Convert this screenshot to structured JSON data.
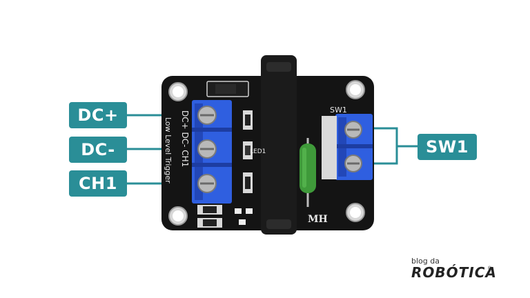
{
  "labels": {
    "dc_plus": "DC+",
    "dc_minus": "DC-",
    "ch1": "CH1",
    "sw1": "SW1"
  },
  "board": {
    "silk_top": "DC+  DC-  CH1",
    "silk_side": "Low Level Trigger",
    "sw1": "SW1",
    "led": "LED1",
    "mh": "MH"
  },
  "watermark": {
    "top": "blog da",
    "bottom": "ROBÓTICA",
    "mark": "®"
  },
  "colors": {
    "label_bg": "#2a8e97",
    "board": "#141414",
    "terminal": "#2f5fe0",
    "varistor": "#3f9a3a"
  }
}
